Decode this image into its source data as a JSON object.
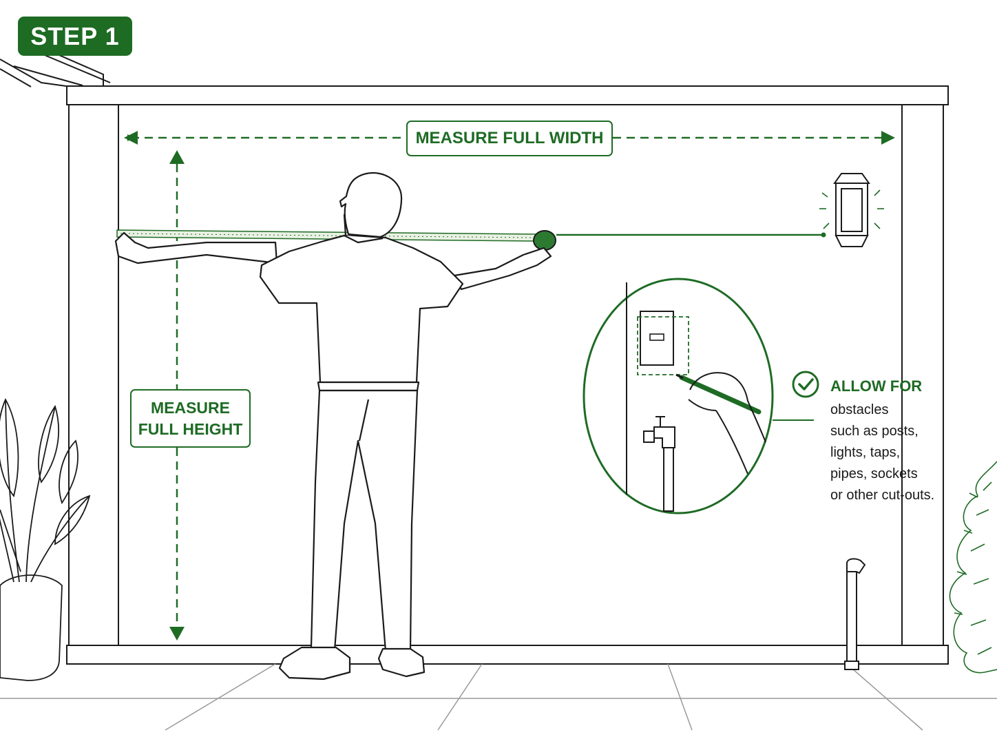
{
  "step_badge": "STEP 1",
  "callouts": {
    "width": "MEASURE FULL WIDTH",
    "height": [
      "MEASURE",
      "FULL HEIGHT"
    ]
  },
  "note": {
    "title": "ALLOW FOR",
    "lines": [
      "obstacles",
      "such as posts,",
      "lights, taps,",
      "pipes, sockets",
      "or other cut-outs."
    ]
  },
  "colors": {
    "accent": "#1e6b24",
    "line": "#1a1a1a",
    "background": "#ffffff"
  },
  "icons": [
    "check-circle-icon",
    "wall-lamp-icon",
    "tap-icon",
    "power-outlet-icon",
    "pencil-icon",
    "tape-measure-icon",
    "plant-icon",
    "shrub-icon",
    "pipe-icon"
  ]
}
